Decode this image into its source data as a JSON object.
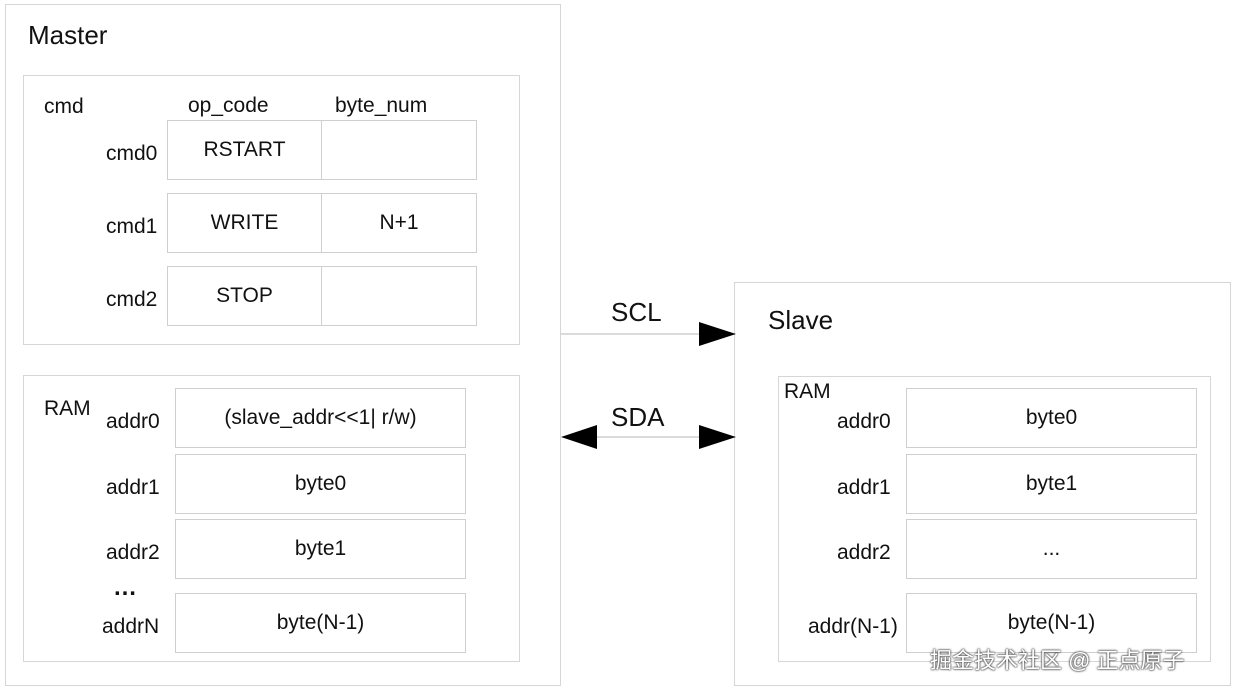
{
  "master": {
    "title": "Master",
    "cmd": {
      "label": "cmd",
      "col_opcode": "op_code",
      "col_bytenum": "byte_num",
      "rows": [
        {
          "name": "cmd0",
          "op": "RSTART",
          "num": ""
        },
        {
          "name": "cmd1",
          "op": "WRITE",
          "num": "N+1"
        },
        {
          "name": "cmd2",
          "op": "STOP",
          "num": ""
        }
      ]
    },
    "ram": {
      "label": "RAM",
      "rows": [
        {
          "addr": "addr0",
          "val": "(slave_addr<<1| r/w)"
        },
        {
          "addr": "addr1",
          "val": "byte0"
        },
        {
          "addr": "addr2",
          "val": "byte1"
        },
        {
          "addr": "addrN",
          "val": "byte(N-1)"
        }
      ],
      "ellipsis": "…"
    }
  },
  "signals": {
    "scl": "SCL",
    "sda": "SDA"
  },
  "slave": {
    "title": "Slave",
    "ram": {
      "label": "RAM",
      "rows": [
        {
          "addr": "addr0",
          "val": "byte0"
        },
        {
          "addr": "addr1",
          "val": "byte1"
        },
        {
          "addr": "addr2",
          "val": "..."
        },
        {
          "addr": "addr(N-1)",
          "val": "byte(N-1)"
        }
      ]
    }
  },
  "watermark": "掘金技术社区 @ 正点原子"
}
